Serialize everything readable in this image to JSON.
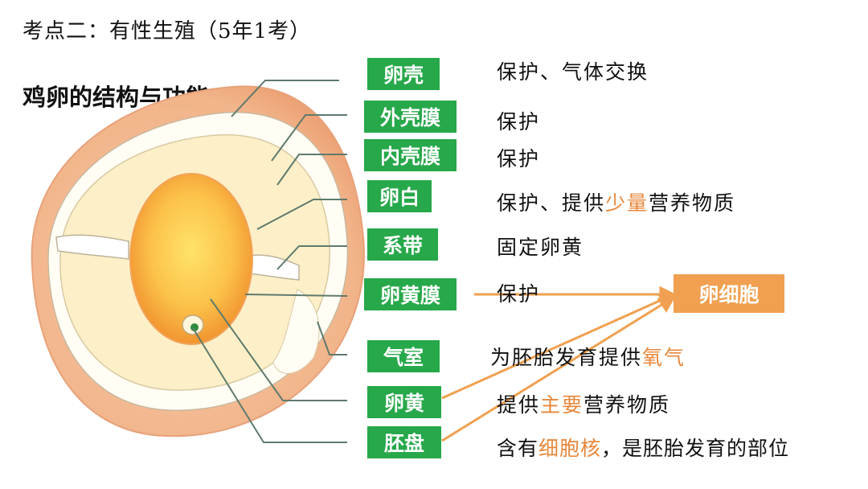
{
  "header": {
    "title": "考点二：有性生殖（5年1考）"
  },
  "diagram": {
    "title": "鸡卵的结构与功能",
    "structures": [
      {
        "label": "卵壳",
        "desc_parts": [
          {
            "t": "保护、气体交换"
          }
        ]
      },
      {
        "label": "外壳膜",
        "desc_parts": [
          {
            "t": "保护"
          }
        ]
      },
      {
        "label": "内壳膜",
        "desc_parts": [
          {
            "t": "保护"
          }
        ]
      },
      {
        "label": "卵白",
        "desc_parts": [
          {
            "t": "保护、提供"
          },
          {
            "t": "少量",
            "hl": true
          },
          {
            "t": "营养物质"
          }
        ]
      },
      {
        "label": "系带",
        "desc_parts": [
          {
            "t": "固定卵黄"
          }
        ]
      },
      {
        "label": "卵黄膜",
        "desc_parts": [
          {
            "t": "保护"
          }
        ]
      },
      {
        "label": "气室",
        "desc_parts": [
          {
            "t": "为胚胎发育提供"
          },
          {
            "t": "氧气",
            "hl": true
          }
        ]
      },
      {
        "label": "卵黄",
        "desc_parts": [
          {
            "t": "提供"
          },
          {
            "t": "主要",
            "hl": true
          },
          {
            "t": "营养物质"
          }
        ]
      },
      {
        "label": "胚盘",
        "desc_parts": [
          {
            "t": "含有"
          },
          {
            "t": "细胞核",
            "hl": true
          },
          {
            "t": "，是胚胎发育的部位"
          }
        ]
      }
    ],
    "egg_cell_label": "卵细胞",
    "colors": {
      "label_bg": "#27a84a",
      "highlight": "#e8873a",
      "egg_cell_bg": "#f0a050",
      "arrow": "#f0a050",
      "leader_line": "#5f7a6d"
    }
  }
}
